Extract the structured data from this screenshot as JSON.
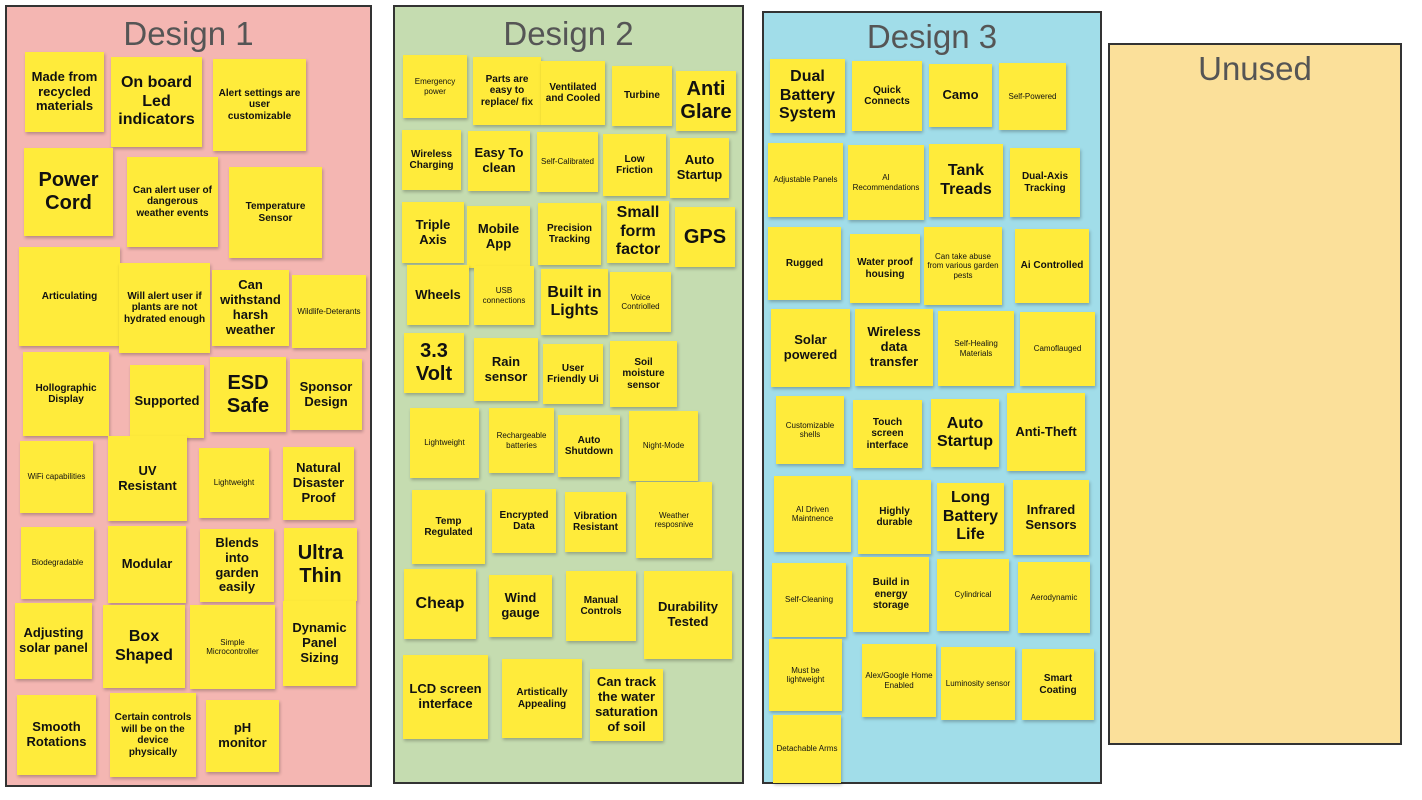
{
  "panels": {
    "design1": {
      "title": "Design 1",
      "notes": [
        "Made from recycled materials",
        "On board Led indicators",
        "Alert settings are user customizable",
        "Power Cord",
        "Can alert user of dangerous weather events",
        "Temperature Sensor",
        "Articulating",
        "Will alert user if plants are not hydrated enough",
        "Can withstand harsh weather",
        "Wildlife-Deterants",
        "Hollographic Display",
        "Supported",
        "ESD Safe",
        "Sponsor Design",
        "WiFi capabilities",
        "UV Resistant",
        "Lightweight",
        "Natural Disaster Proof",
        "Biodegradable",
        "Modular",
        "Blends into garden easily",
        "Ultra Thin",
        "Adjusting solar panel",
        "Box Shaped",
        "Simple Microcontroller",
        "Dynamic Panel Sizing",
        "Smooth Rotations",
        "Certain controls will be on the device physically",
        "pH monitor"
      ]
    },
    "design2": {
      "title": "Design 2",
      "notes": [
        "Emergency power",
        "Parts are easy to replace/ fix",
        "Ventilated and Cooled",
        "Turbine",
        "Anti Glare",
        "Wireless Charging",
        "Easy To clean",
        "Self-Calibrated",
        "Low Friction",
        "Auto Startup",
        "Triple Axis",
        "Mobile App",
        "Precision Tracking",
        "Small form factor",
        "GPS",
        "Wheels",
        "USB connections",
        "Built in Lights",
        "Voice Contriolled",
        "3.3 Volt",
        "Rain sensor",
        "User Friendly Ui",
        "Soil moisture sensor",
        "Lightweight",
        "Rechargeable batteries",
        "Auto Shutdown",
        "Night-Mode",
        "Temp Regulated",
        "Encrypted Data",
        "Vibration Resistant",
        "Weather resposnive",
        "Cheap",
        "Wind gauge",
        "Manual Controls",
        "Durability Tested",
        "LCD screen interface",
        "Artistically Appealing",
        "Can track the water saturation of soil"
      ]
    },
    "design3": {
      "title": "Design 3",
      "notes": [
        "Dual Battery System",
        "Quick Connects",
        "Camo",
        "Self-Powered",
        "Adjustable Panels",
        "AI Recommendations",
        "Tank Treads",
        "Dual-Axis Tracking",
        "Rugged",
        "Water proof housing",
        "Can take abuse from various garden pests",
        "Ai Controlled",
        "Solar powered",
        "Wireless data transfer",
        "Self-Healing Materials",
        "Camoflauged",
        "Customizable shells",
        "Touch screen interface",
        "Auto Startup",
        "Anti-Theft",
        "AI Driven Maintnence",
        "Highly durable",
        "Long Battery Life",
        "Infrared Sensors",
        "Self-Cleaning",
        "Build in energy storage",
        "Cylindrical",
        "Aerodynamic",
        "Must be lightweight",
        "Alex/Google Home Enabled",
        "Luminosity sensor",
        "Smart Coating",
        "Detachable Arms"
      ]
    },
    "unused": {
      "title": "Unused",
      "notes": []
    }
  },
  "colors": {
    "design1_bg": "#f4b6b2",
    "design2_bg": "#c5dcb0",
    "design3_bg": "#a1dde9",
    "unused_bg": "#fbe09a",
    "note_bg": "#ffeb3b"
  }
}
